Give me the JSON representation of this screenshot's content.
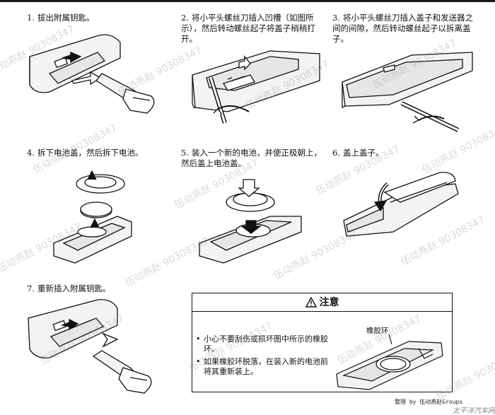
{
  "steps": [
    {
      "num": "1.",
      "text": "拔出附属钥匙。"
    },
    {
      "num": "2.",
      "text": "将小平头螺丝刀插入凹槽（如图所示），然后转动螺丝起子将盖子稍稍打开。"
    },
    {
      "num": "3.",
      "text": "将小平头螺丝刀插入盖子和发送器之间的间隙，然后转动螺丝起子以拆离盖子。"
    },
    {
      "num": "4.",
      "text": "拆下电池盖，然后拆下电池。"
    },
    {
      "num": "5.",
      "text": "装入一个新的电池，并使正极朝上，然后盖上电池盖。"
    },
    {
      "num": "6.",
      "text": "盖上盖子。"
    },
    {
      "num": "7.",
      "text": "重新插入附属钥匙。"
    }
  ],
  "caution": {
    "title": "注意",
    "label": "橡胶环",
    "items": [
      "小心不要刮伤或损坏图中所示的橡胶环。",
      "如果橡胶环脱落，在装入新的电池前将其重新装上。"
    ]
  },
  "watermark": "伍动燕赵 90308347",
  "footer": {
    "credit": "整理 by 伍动燕赵Groups",
    "brand": "太平洋汽车网"
  }
}
